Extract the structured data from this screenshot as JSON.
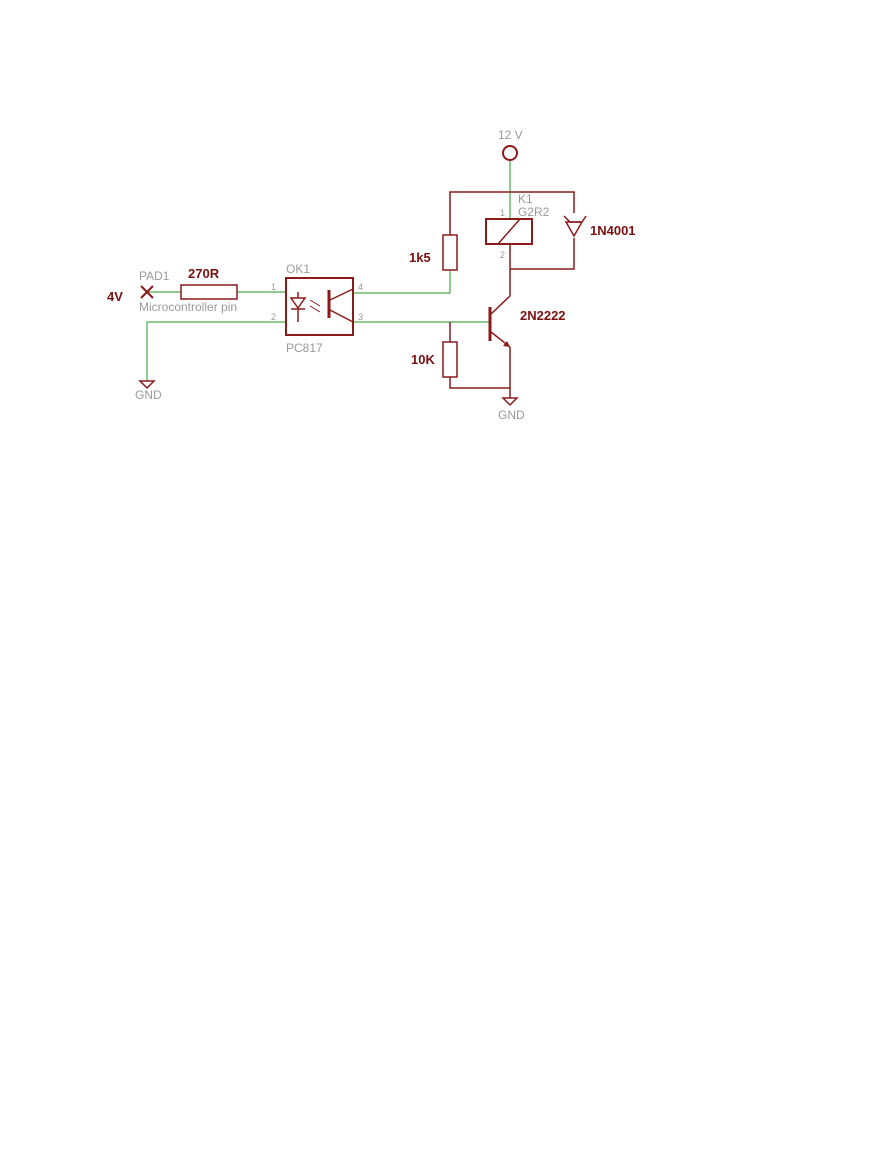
{
  "colors": {
    "wire": "#1f9a1f",
    "component": "#8b1a1a",
    "label_grey": "#9a9a9a",
    "label_bold": "#7a1010",
    "background": "#ffffff"
  },
  "labels": {
    "supply": "12 V",
    "relay_ref": "K1",
    "relay_part": "G2R2",
    "diode_part": "1N4001",
    "resistor_collector": "1k5",
    "resistor_base_pulldown": "10K",
    "transistor_part": "2N2222",
    "optocoupler_ref": "OK1",
    "optocoupler_part": "PC817",
    "resistor_input": "270R",
    "pad_ref": "PAD1",
    "pad_desc": "Microcontroller pin",
    "input_voltage": "4V",
    "gnd_left": "GND",
    "gnd_right": "GND"
  },
  "pins": {
    "relay_1": "1",
    "relay_2": "2",
    "opto_1": "1",
    "opto_2": "2",
    "opto_3": "3",
    "opto_4": "4"
  }
}
